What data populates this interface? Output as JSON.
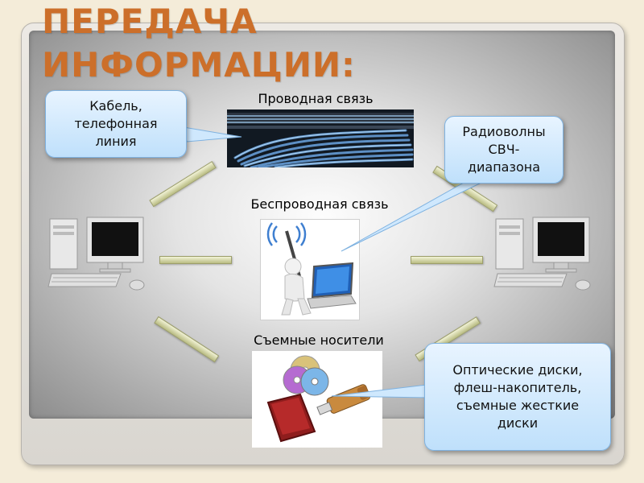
{
  "title": "ПЕРЕДАЧА\nИНФОРМАЦИИ:",
  "sections": {
    "wired": "Проводная связь",
    "wireless": "Беспроводная связь",
    "removable": "Съемные носители"
  },
  "callouts": {
    "cable": "Кабель,\nтелефонная\nлиния",
    "radio": "Радиоволны\nСВЧ-\nдиапазона",
    "media": "Оптические диски,\nфлеш-накопитель,\nсъемные жесткие\nдиски"
  },
  "icons": {
    "computer_left": "desktop-computer-icon",
    "computer_right": "desktop-computer-icon",
    "cables": "network-cables-image",
    "wireless": "wireless-laptop-figure-image",
    "media": "discs-hdd-flash-image"
  },
  "colors": {
    "title": "#cc6f2a",
    "callout_fill": "#cfe8fd",
    "connector": "#d8dab0"
  }
}
